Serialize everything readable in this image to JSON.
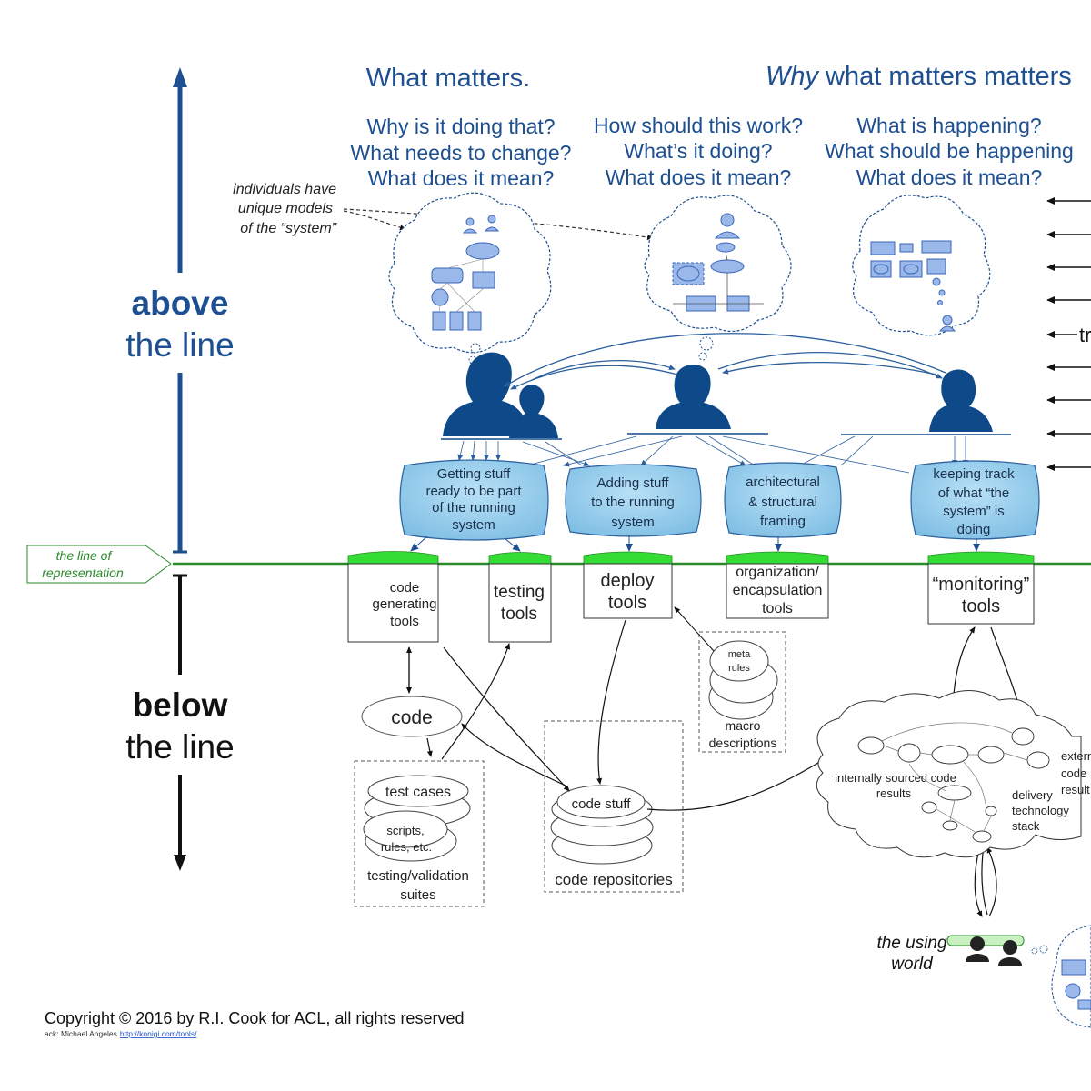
{
  "headers": {
    "what_matters": "What matters.",
    "why_prefix": "Why",
    "why_rest": " what matters matters"
  },
  "questions": {
    "col1": [
      "Why is it doing that?",
      "What needs to change?",
      "What does it mean?"
    ],
    "col2": [
      "How should this work?",
      "What’s it doing?",
      "What does it mean?"
    ],
    "col3": [
      "What is happening?",
      "What should be happening",
      "What does it mean?"
    ]
  },
  "annotation": [
    "individuals have",
    "unique models",
    "of the “system”"
  ],
  "above": {
    "bold": "above",
    "rest": "the line"
  },
  "below": {
    "bold": "below",
    "rest": "the line"
  },
  "line_label": [
    "the line of",
    "representation"
  ],
  "right_partial": "tr",
  "activities": [
    [
      "Getting stuff",
      "ready to be part",
      "of the running",
      "system"
    ],
    [
      "Adding stuff",
      "to the running",
      "system"
    ],
    [
      "architectural",
      "& structural",
      "framing"
    ],
    [
      "keeping track",
      "of what “the",
      "system” is",
      "doing"
    ]
  ],
  "tools": [
    [
      "code",
      "generating",
      "tools"
    ],
    [
      "testing",
      "tools"
    ],
    [
      "deploy",
      "tools"
    ],
    [
      "organization/",
      "encapsulation",
      "tools"
    ],
    [
      "“monitoring”",
      "tools"
    ]
  ],
  "meta": {
    "meta_rules": [
      "meta",
      "rules"
    ],
    "macro": [
      "macro",
      "descriptions"
    ]
  },
  "code": "code",
  "tests": {
    "test_cases": "test cases",
    "scripts": [
      "scripts,",
      "rules, etc."
    ],
    "suite": [
      "testing/validation",
      "suites"
    ]
  },
  "repos": {
    "code_stuff": "code stuff",
    "label": "code repositories"
  },
  "cloud": {
    "internal": [
      "internally sourced code",
      "results"
    ],
    "delivery": [
      "delivery",
      "technology",
      "stack"
    ],
    "external": [
      "extern",
      "code",
      "result"
    ]
  },
  "using_world": [
    "the using",
    "world"
  ],
  "copyright": "Copyright © 2016 by R.I. Cook for ACL, all rights reserved",
  "ack": "ack: Michael Angeles",
  "ack_link": "http://konigi.com/tools/",
  "colors": {
    "dark_blue": "#1d4f91",
    "figure_blue": "#0e4a8a",
    "light_blue": "#8ec6e8",
    "green": "#2a8a2a",
    "bright_green": "#33dd33",
    "model_blue": "#9ab8ea"
  }
}
